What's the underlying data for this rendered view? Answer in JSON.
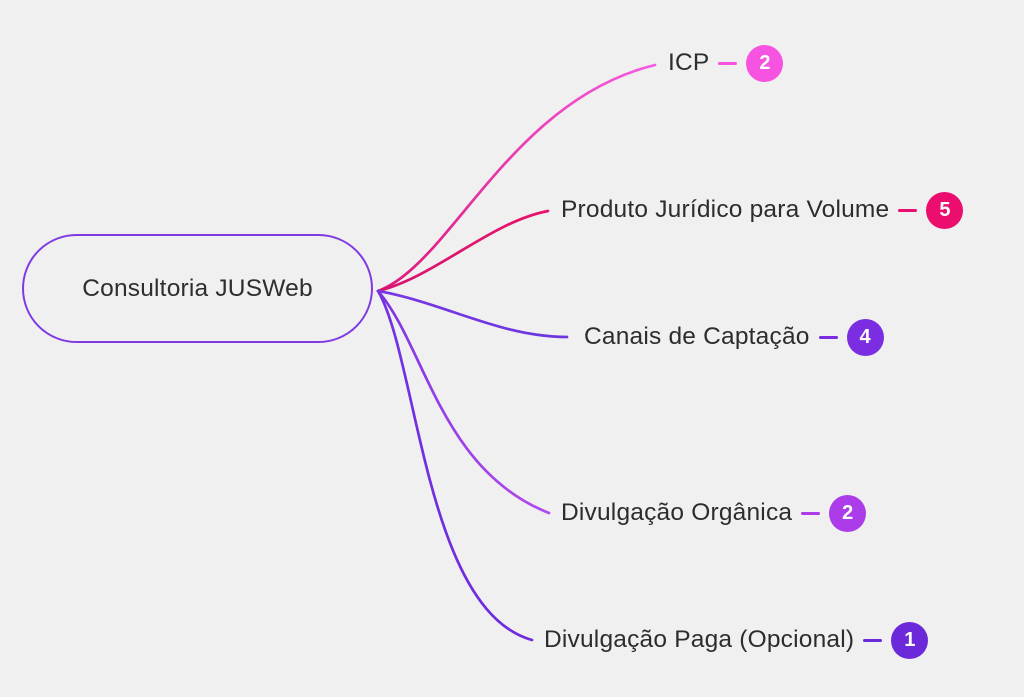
{
  "canvas": {
    "background_color": "#F1F0F0"
  },
  "root": {
    "label": "Consultoria JUSWeb",
    "border_color": "#7E3BE2",
    "text_color": "#2E2E2E"
  },
  "branches": [
    {
      "label": "ICP",
      "count": "2",
      "badge_color": "#F653E0",
      "curve_color_start": "#DC1878",
      "curve_color_end": "#F55BE2"
    },
    {
      "label": "Produto Jurídico para Volume",
      "count": "5",
      "badge_color": "#EB0E6F",
      "curve_color_start": "#D6156F",
      "curve_color_end": "#E8116C"
    },
    {
      "label": "Canais de Captação",
      "count": "4",
      "badge_color": "#7B2DE1",
      "curve_color_start": "#7838E3",
      "curve_color_end": "#6C35DF"
    },
    {
      "label": "Divulgação Orgânica",
      "count": "2",
      "badge_color": "#AC3CE9",
      "curve_color_start": "#7B35E2",
      "curve_color_end": "#B04AEC"
    },
    {
      "label": "Divulgação Paga (Opcional)",
      "count": "1",
      "badge_color": "#6C29D9",
      "curve_color_start": "#7433DF",
      "curve_color_end": "#6E2CDD"
    }
  ]
}
